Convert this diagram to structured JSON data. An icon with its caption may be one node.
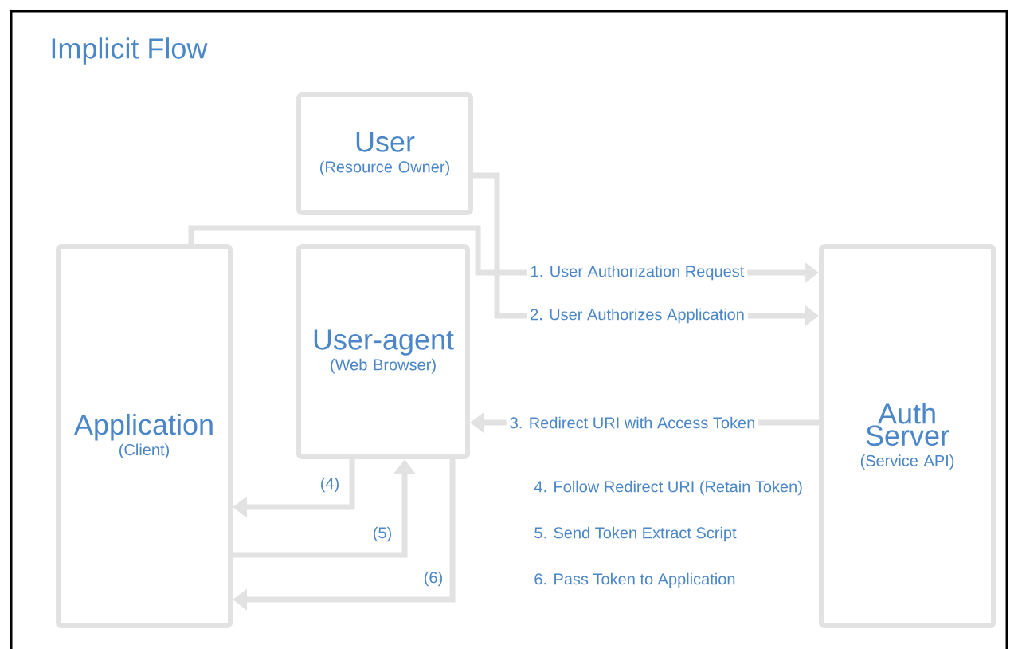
{
  "diagram": {
    "title": "Implicit Flow",
    "nodes": [
      {
        "text": [
          "User",
          "(Resource Owner)"
        ]
      },
      {
        "text": [
          "Application",
          "(Client)"
        ]
      },
      {
        "text": [
          "User-agent",
          "(Web Browser)"
        ]
      },
      {
        "text": [
          "Auth Server",
          "(Service API)"
        ]
      }
    ],
    "edges": [
      {
        "from": 1,
        "to": 3,
        "arrow": "to",
        "label": "1. User Authorization Request"
      },
      {
        "from": 0,
        "to": 3,
        "arrow": "to",
        "label": "2. User Authorizes Application"
      },
      {
        "from": 3,
        "to": 2,
        "arrow": "to",
        "label": "3. Redirect URI with Access Token"
      },
      {
        "from": 2,
        "to": 1,
        "arrow": "to",
        "label": "(4)"
      },
      {
        "from": 1,
        "to": 2,
        "arrow": "to",
        "label": "(5)"
      },
      {
        "from": 2,
        "to": 1,
        "arrow": "to",
        "label": "(6)"
      }
    ],
    "labels": [
      "4. Follow Redirect URI (Retain Token)",
      "5. Send Token Extract Script",
      "6. Pass Token to Application"
    ]
  }
}
